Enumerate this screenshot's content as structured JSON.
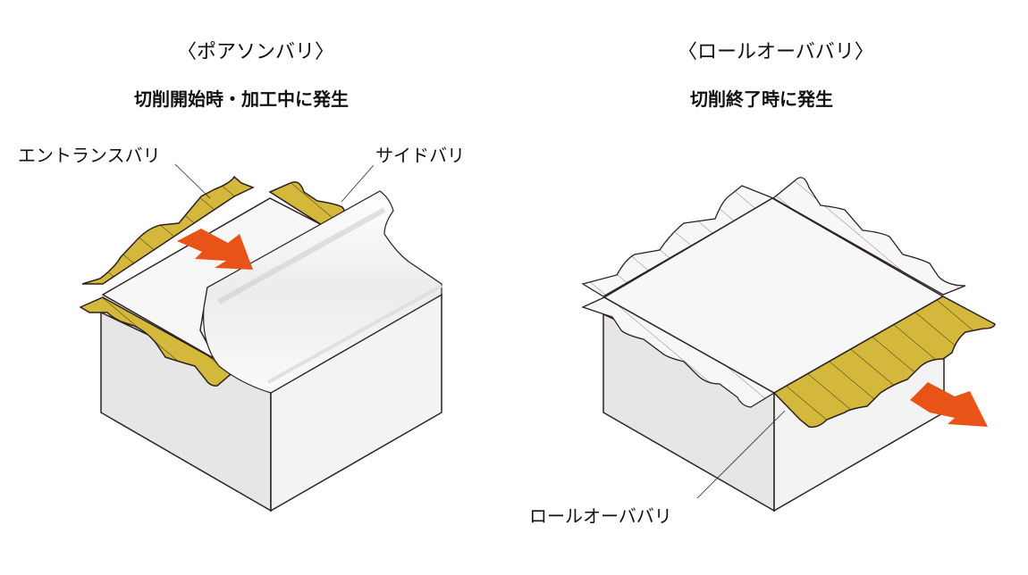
{
  "left_panel": {
    "title": "〈ポアソンバリ〉",
    "subtitle": "切削開始時・加工中に発生",
    "labels": {
      "entrance_burr": "エントランスバリ",
      "side_burr": "サイドバリ"
    }
  },
  "right_panel": {
    "title": "〈ロールオーババリ〉",
    "subtitle": "切削終了時に発生",
    "labels": {
      "rollover_burr": "ロールオーババリ"
    }
  },
  "colors": {
    "burr_fill": "#d4b83c",
    "arrow": "#e85417",
    "block_left_face": "#e6e6e6",
    "block_right_face": "#f3f3f3",
    "block_top": "#f7f7f7",
    "outline": "#2b2220"
  }
}
